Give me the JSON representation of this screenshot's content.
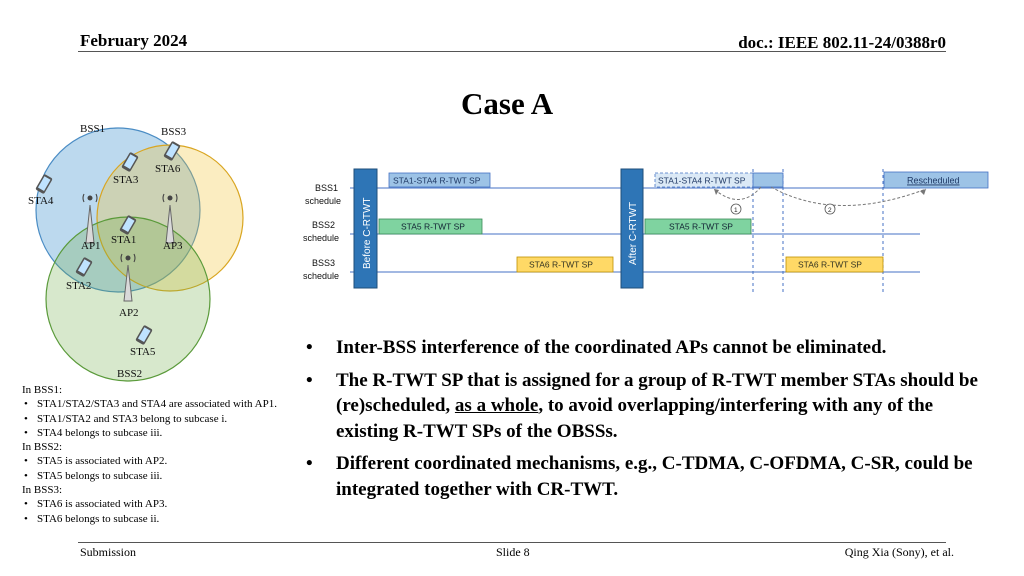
{
  "header": {
    "date": "February 2024",
    "doc": "doc.: IEEE 802.11-24/0388r0"
  },
  "title": "Case A",
  "network": {
    "bss1": "BSS1",
    "bss2": "BSS2",
    "bss3": "BSS3",
    "stations": [
      "STA1",
      "STA2",
      "STA3",
      "STA4",
      "STA5",
      "STA6"
    ],
    "aps": [
      "AP1",
      "AP2",
      "AP3"
    ],
    "colors": {
      "bss1": "#6aaad9",
      "bss2": "#70ad47",
      "bss3": "#f2c231"
    }
  },
  "timeline": {
    "rows": [
      {
        "label_line1": "BSS1",
        "label_line2": "schedule"
      },
      {
        "label_line1": "BSS2",
        "label_line2": "schedule"
      },
      {
        "label_line1": "BSS3",
        "label_line2": "schedule"
      }
    ],
    "before_marker": "Before C-RTWT",
    "after_marker": "After C-RTWT",
    "before_blocks": {
      "sta1_4": "STA1-STA4 R-TWT SP",
      "sta5": "STA5 R-TWT SP",
      "sta6": "STA6 R-TWT SP"
    },
    "after_blocks": {
      "sta1_4": "STA1-STA4 R-TWT SP",
      "rescheduled": "Rescheduled",
      "sta5": "STA5 R-TWT SP",
      "sta6": "STA6 R-TWT SP"
    },
    "step1": "1",
    "step2": "2",
    "colors": {
      "blue": "#9dc3e6",
      "green": "#7fd3a0",
      "yellow": "#ffd966",
      "marker": "#2e75b6"
    }
  },
  "bullets": {
    "b1": "Inter-BSS interference of the coordinated APs cannot be eliminated.",
    "b2_pre": "The R-TWT SP that is assigned for a group of R-TWT member STAs should be (re)scheduled, ",
    "b2_underline": "as a whole",
    "b2_post": ", to avoid overlapping/interfering with any of the existing R-TWT SPs of the OBSSs.",
    "b3": "Different coordinated mechanisms, e.g., C-TDMA, C-OFDMA, C-SR, could be integrated together with CR-TWT.",
    "marker": "•"
  },
  "notes": {
    "h1": "In BSS1:",
    "n1": "STA1/STA2/STA3 and STA4 are associated with AP1.",
    "n2": "STA1/STA2 and STA3 belong to subcase i.",
    "n3": "STA4 belongs to subcase iii.",
    "h2": "In BSS2:",
    "n4": "STA5 is associated with AP2.",
    "n5": "STA5 belongs to subcase iii.",
    "h3": "In BSS3:",
    "n6": "STA6 is associated with AP3.",
    "n7": "STA6 belongs to subcase ii."
  },
  "footer": {
    "left": "Submission",
    "center": "Slide 8",
    "right": "Qing Xia (Sony), et al."
  }
}
